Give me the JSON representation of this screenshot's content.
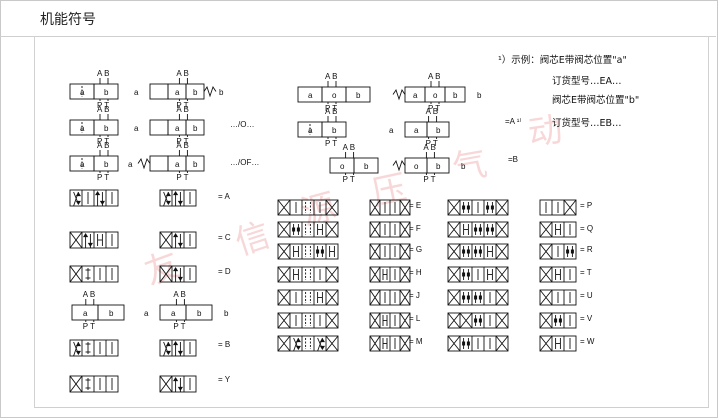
{
  "page": {
    "title": "机能符号"
  },
  "note": {
    "line1": "¹）示例：阀芯E带阀芯位置\"a\"",
    "line2": "订货型号…EA…",
    "line3": "阀芯E带阀芯位置\"b\"",
    "line4": "订货型号…EB…"
  },
  "labels": {
    "ab": "A B",
    "pt": "P T",
    "a": "a",
    "b": "b",
    "o": "o",
    "slash_o": "…/O…",
    "slash_of": "…/OF…",
    "eq_a1": "=A ¹⁾",
    "eq_b_mid": "=B"
  },
  "codes": {
    "A": "= A",
    "C": "= C",
    "D": "= D",
    "B": "= B",
    "Y": "= Y",
    "E": "= E",
    "F": "= F",
    "G": "= G",
    "H": "= H",
    "J": "= J",
    "L": "= L",
    "M": "= M",
    "P": "= P",
    "Q": "= Q",
    "R": "= R",
    "T": "= T",
    "U": "= U",
    "V": "= V",
    "W": "= W"
  },
  "watermark": {
    "chars": [
      "友",
      "信",
      "源",
      "压",
      "气",
      "动"
    ]
  },
  "colors": {
    "line": "#111111",
    "watermark": "#f2b7b7",
    "rule": "#cfcfcf"
  }
}
